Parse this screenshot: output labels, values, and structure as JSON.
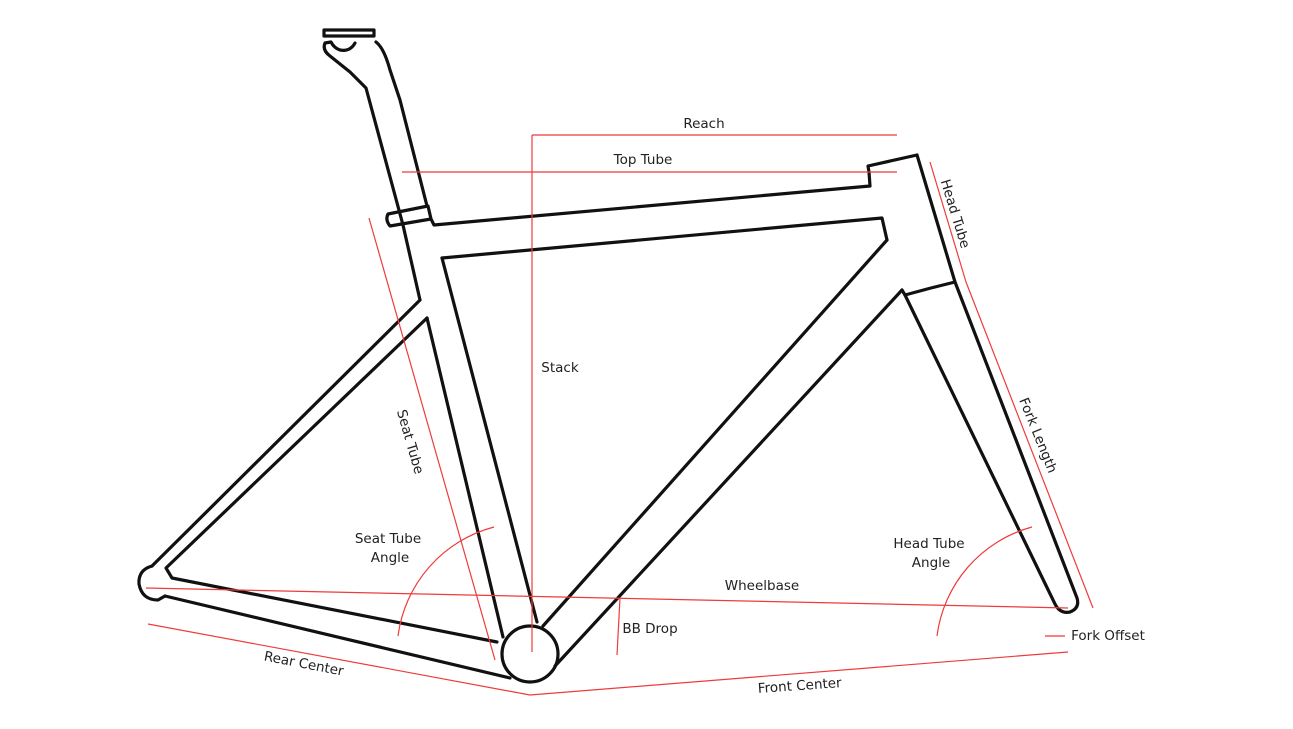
{
  "title": "Bicycle frame geometry",
  "colors": {
    "frame": "#111111",
    "dimension": "#ee3b3b",
    "text": "#222222"
  },
  "labels": {
    "reach": "Reach",
    "top_tube": "Top Tube",
    "head_tube": "Head Tube",
    "stack": "Stack",
    "seat_tube": "Seat Tube",
    "fork_length": "Fork Length",
    "seat_tube_angle_1": "Seat Tube",
    "seat_tube_angle_2": "Angle",
    "head_tube_angle_1": "Head Tube",
    "head_tube_angle_2": "Angle",
    "wheelbase": "Wheelbase",
    "bb_drop": "BB Drop",
    "fork_offset": "Fork Offset",
    "rear_center": "Rear Center",
    "front_center": "Front Center"
  }
}
